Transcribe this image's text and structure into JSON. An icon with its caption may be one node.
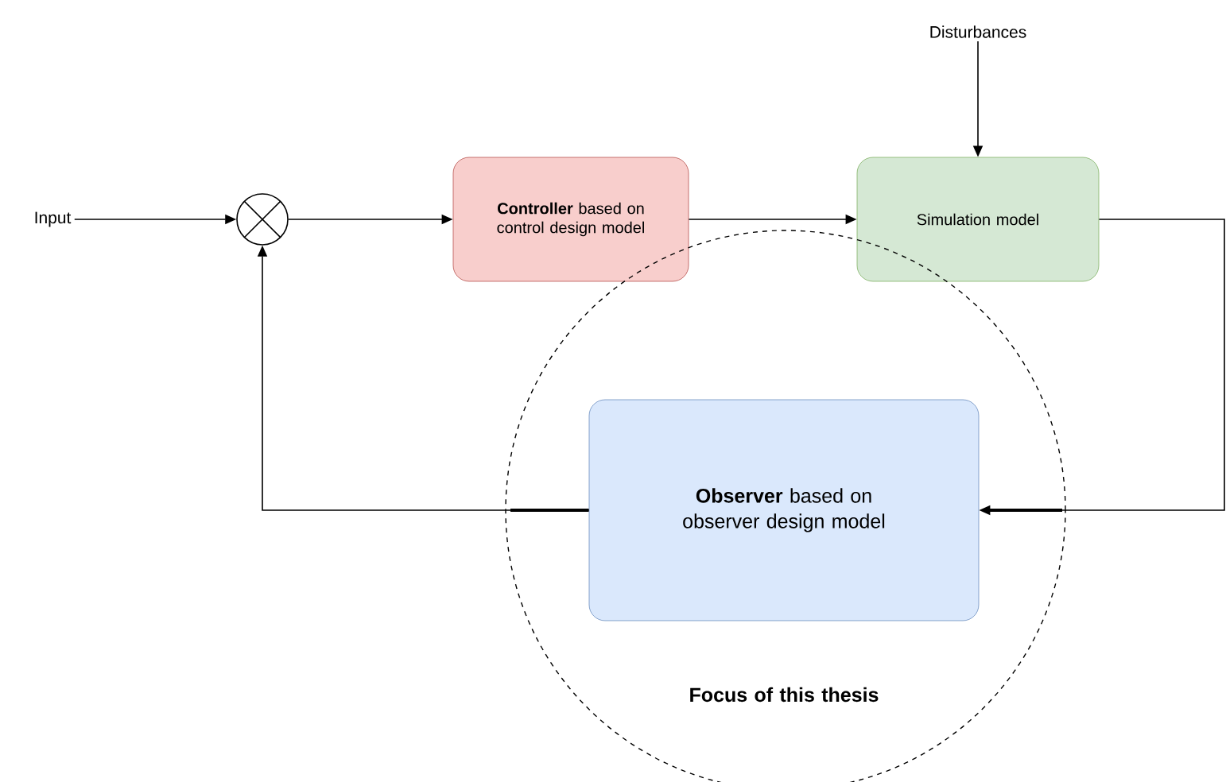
{
  "diagram": {
    "nodes": [
      {
        "text": [
          "Input"
        ]
      },
      {
        "text": [],
        "shape": "circle"
      },
      {
        "text": [
          "**Controller** based on control design model"
        ]
      },
      {
        "text": [
          "Disturbances"
        ]
      },
      {
        "text": [
          "Simulation model"
        ]
      },
      {
        "text": [
          "Focus of this thesis"
        ]
      },
      {
        "text": [
          "**Observer** based on observer design model"
        ],
        "in": 5
      }
    ],
    "edges": [
      {
        "from": 0,
        "to": 1,
        "arrow": "to"
      },
      {
        "from": 1,
        "to": 2,
        "arrow": "to"
      },
      {
        "from": 2,
        "to": 4,
        "arrow": "to"
      },
      {
        "from": 3,
        "to": 4,
        "arrow": "to"
      },
      {
        "from": 4,
        "to": 6,
        "arrow": "to"
      },
      {
        "from": 6,
        "to": 1,
        "arrow": "to"
      }
    ]
  }
}
